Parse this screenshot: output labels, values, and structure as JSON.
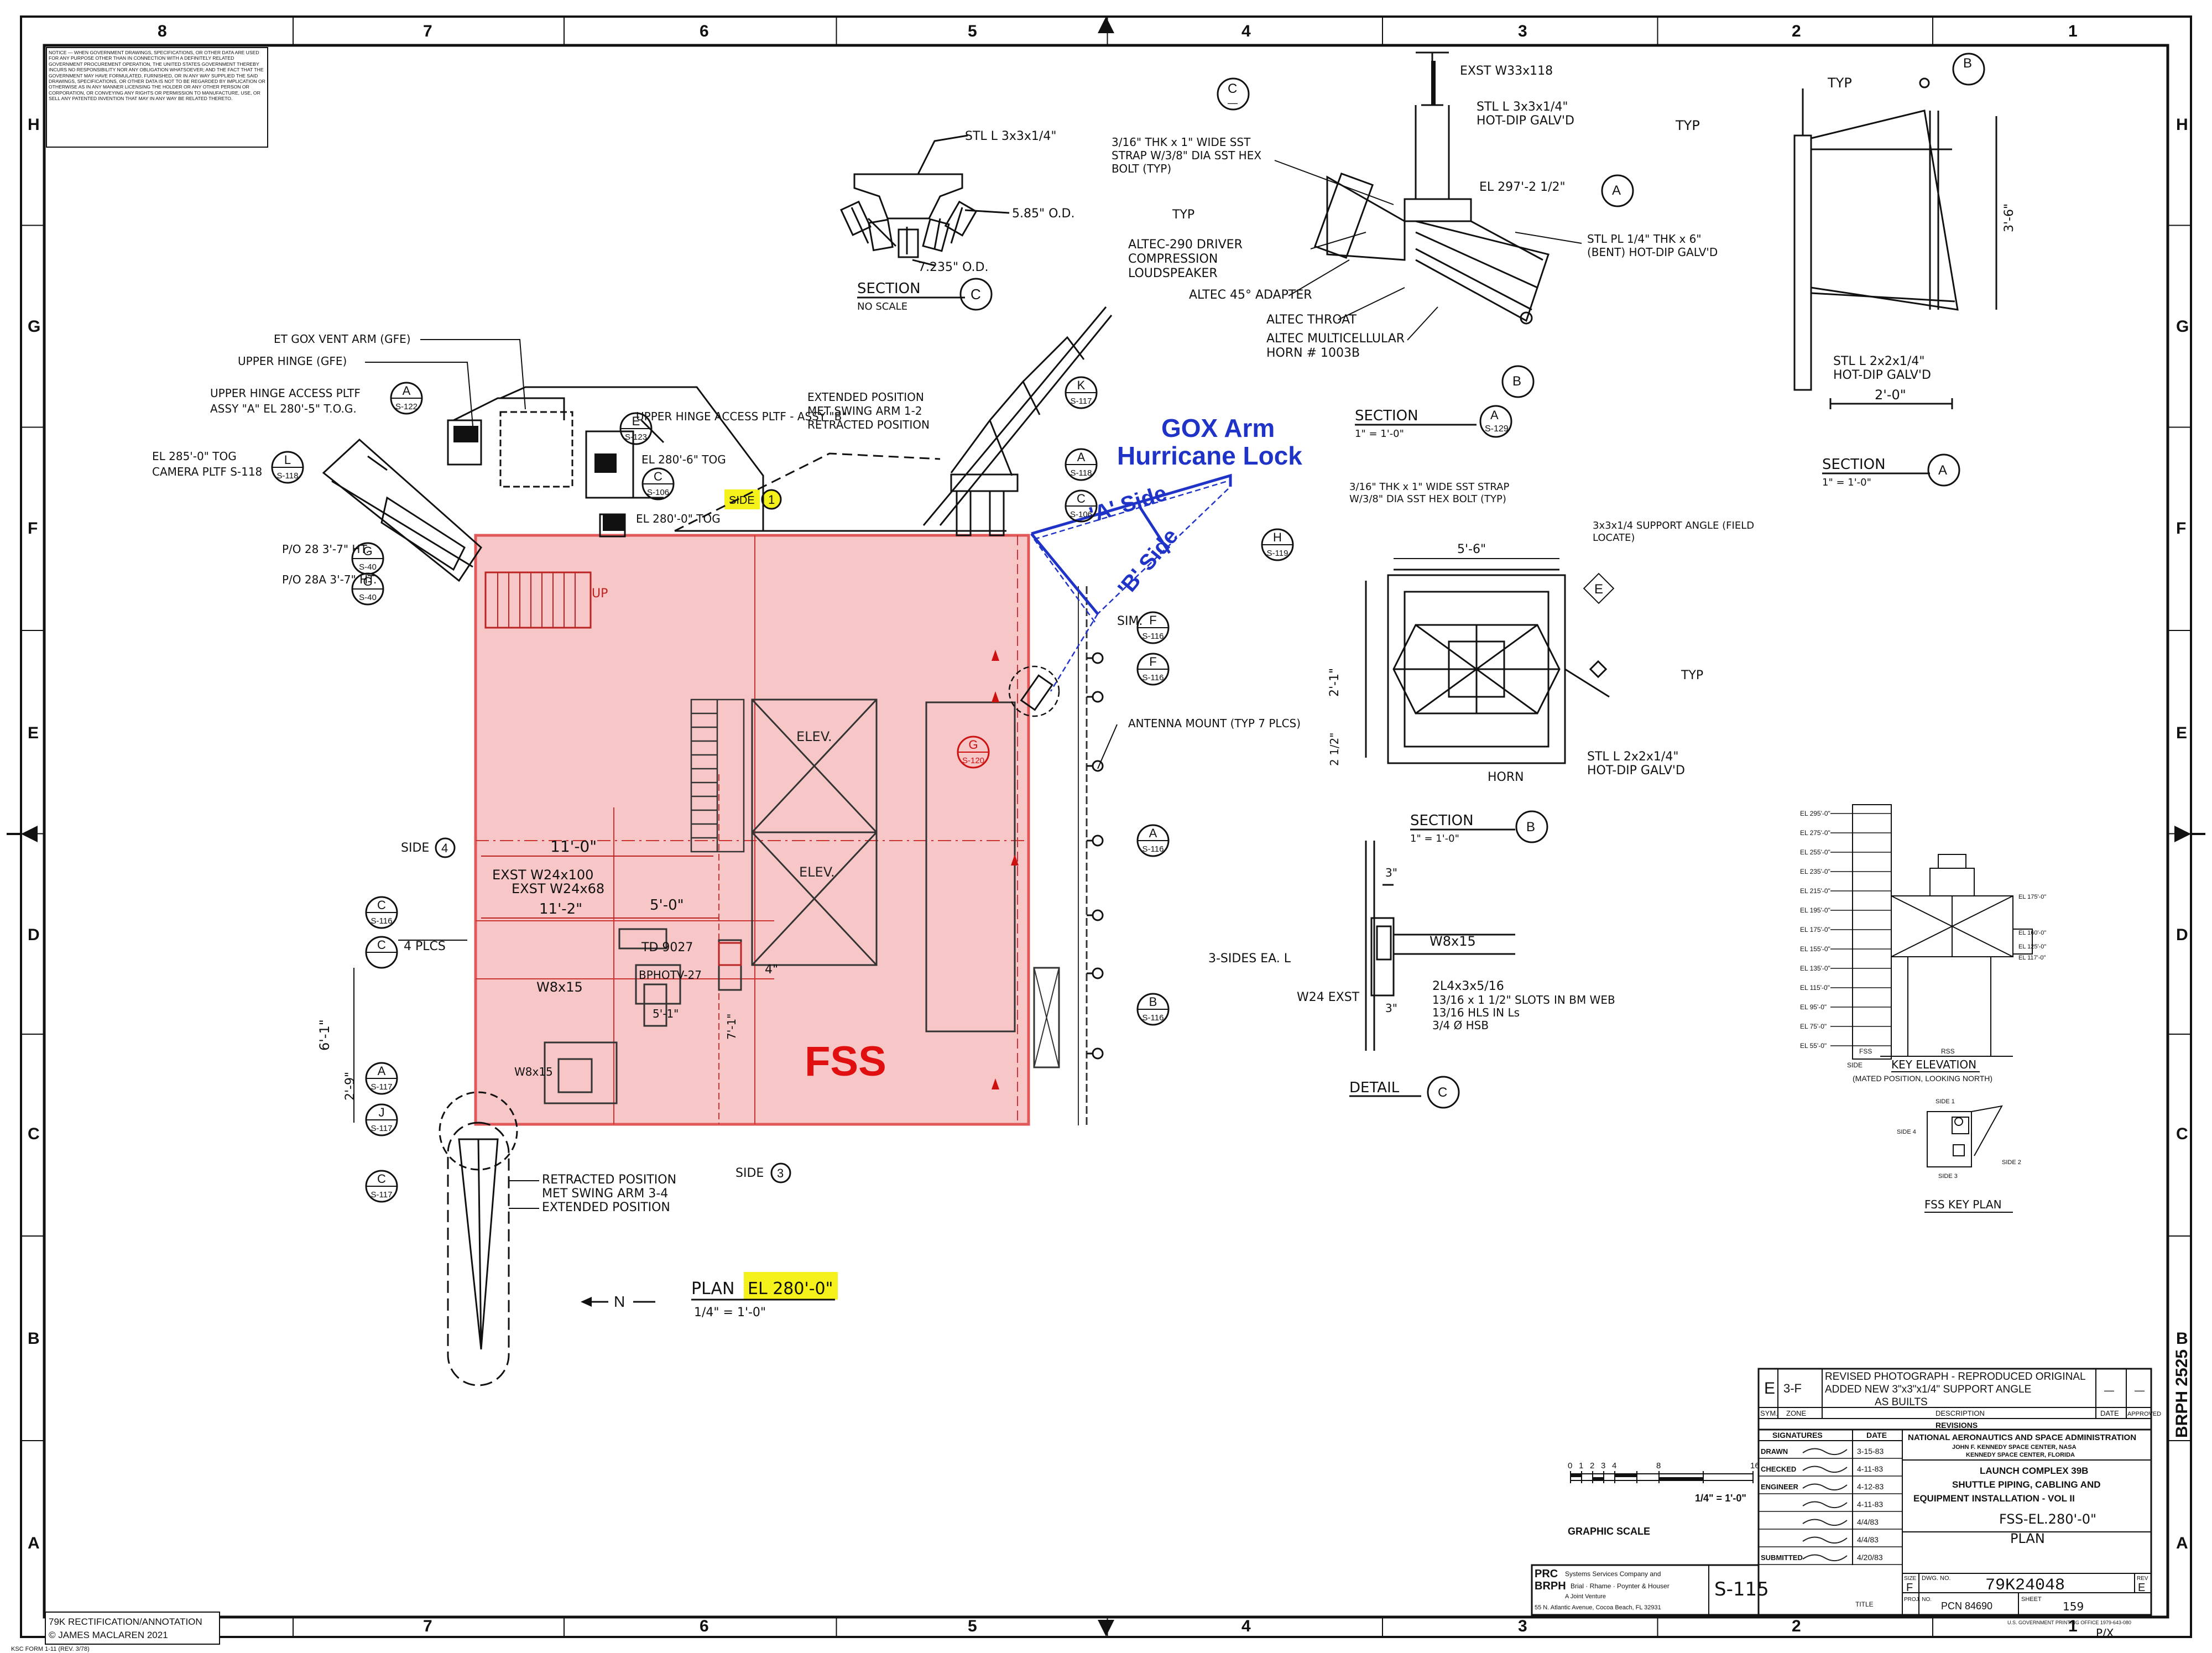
{
  "colors": {
    "fss_fill": "#f7c6c6",
    "fss_outline": "#e05858",
    "annotation_blue": "#1f33c7",
    "highlight_yellow": "#f5f11a",
    "ink": "#111111",
    "fss_label": "#e01010"
  },
  "border": {
    "columns": [
      "8",
      "7",
      "6",
      "5",
      "4",
      "3",
      "2",
      "1"
    ],
    "rows": [
      "H",
      "G",
      "F",
      "E",
      "D",
      "C",
      "B",
      "A"
    ]
  },
  "notice": "NOTICE — WHEN GOVERNMENT DRAWINGS, SPECIFICATIONS, OR OTHER DATA ARE USED FOR ANY PURPOSE OTHER THAN IN CONNECTION WITH A DEFINITELY RELATED GOVERNMENT PROCUREMENT OPERATION, THE UNITED STATES GOVERNMENT THEREBY INCURS NO RESPONSIBILITY NOR ANY OBLIGATION WHATSOEVER; AND THE FACT THAT THE GOVERNMENT MAY HAVE FORMULATED, FURNISHED, OR IN ANY WAY SUPPLIED THE SAID DRAWINGS, SPECIFICATIONS, OR OTHER DATA IS NOT TO BE REGARDED BY IMPLICATION OR OTHERWISE AS IN ANY MANNER LICENSING THE HOLDER OR ANY OTHER PERSON OR CORPORATION, OR CONVEYING ANY RIGHTS OR PERMISSION TO MANUFACTURE, USE, OR SELL ANY PATENTED INVENTION THAT MAY IN ANY WAY BE RELATED THERETO.",
  "annotations": {
    "gox_line1": "GOX Arm",
    "gox_line2": "Hurricane Lock",
    "a_side": "'A' Side",
    "b_side": "'B' Side",
    "fss": "FSS",
    "side1": "SIDE",
    "side1_num": "1",
    "plan_title": "PLAN",
    "plan_elev": "EL 280'-0\"",
    "plan_scale": "1/4\" = 1'-0\"",
    "north": "N"
  },
  "plan": {
    "labels": {
      "et_gox": "ET GOX VENT ARM (GFE)",
      "upper_hinge": "UPPER HINGE (GFE)",
      "upper_hinge_platf": "UPPER HINGE ACCESS PLTF",
      "assy_a": "ASSY \"A\" EL 280'-5\" T.O.G.",
      "upper_hinge_access": "UPPER HINGE ACCESS PLTF - ASSY \"B\"",
      "el_280_6": "EL 280'-6\" TOG",
      "el_280_0": "EL 280'-0\" TOG",
      "el_285": "EL 285'-0\" TOG",
      "camera_pltf": "CAMERA PLTF S-118",
      "pb_28": "P/O 28 3'-7\" HT.",
      "pb_28a": "P/O 28A 3'-7\" HT.",
      "extended": "EXTENDED POSITION",
      "met_swing_12": "MET SWING ARM 1-2",
      "retracted_12": "RETRACTED POSITION",
      "sim": "SIM.",
      "antenna": "ANTENNA MOUNT (TYP 7 PLCS)",
      "elev1": "ELEV.",
      "elev2": "ELEV.",
      "up": "UP",
      "side4": "SIDE",
      "side4_num": "4",
      "side3": "SIDE",
      "side3_num": "3",
      "dim_11_0": "11'-0\"",
      "exst_w24_100": "EXST W24x100",
      "exst_w24_68": "EXST W24x68",
      "dim_11_2": "11'-2\"",
      "dim_5_0": "5'-0\"",
      "td9027": "TD 9027",
      "bphotv": "BPHOTV-27",
      "w8x15": "W8x15",
      "w8x15b": "W8x15",
      "dim_5_1": "5'-1\"",
      "dim_4": "4\"",
      "dim_6_1": "6'-1\"",
      "dim_2_9": "2'-9\"",
      "dim_7_1": "7'-1\"",
      "four_plcs": "4 PLCS",
      "retracted_34": "RETRACTED POSITION",
      "met_swing_34": "MET SWING ARM 3-4",
      "extended_34": "EXTENDED POSITION"
    },
    "bubbles": [
      {
        "top": "A",
        "bot": "S-122"
      },
      {
        "top": "L",
        "bot": "S-118"
      },
      {
        "top": "E",
        "bot": "S-123"
      },
      {
        "top": "G",
        "bot": "S-40"
      },
      {
        "top": "G",
        "bot": "S-40"
      },
      {
        "top": "C",
        "bot": "S-106"
      },
      {
        "top": "K",
        "bot": "S-117"
      },
      {
        "top": "A",
        "bot": "S-118"
      },
      {
        "top": "C",
        "bot": "S-106"
      },
      {
        "top": "H",
        "bot": "S-119"
      },
      {
        "top": "F",
        "bot": "S-116"
      },
      {
        "top": "F",
        "bot": "S-116"
      },
      {
        "top": "G",
        "bot": "S-120"
      },
      {
        "top": "A",
        "bot": "S-116"
      },
      {
        "top": "B",
        "bot": "S-116"
      },
      {
        "top": "C",
        "bot": "S-116"
      },
      {
        "top": "C",
        "bot": ""
      },
      {
        "top": "A",
        "bot": "S-117"
      },
      {
        "top": "J",
        "bot": "S-117"
      },
      {
        "top": "C",
        "bot": "S-117"
      }
    ]
  },
  "section_c": {
    "title": "SECTION",
    "letter": "C",
    "scale": "NO SCALE",
    "stl": "STL L 3x3x1/4\"",
    "od1": "5.85\" O.D.",
    "od2": "7.235\" O.D.",
    "bubble_top": "C",
    "bubble_bot": "—"
  },
  "section_b_top": {
    "title": "SECTION",
    "letter": "A",
    "bubble_bot": "S-129",
    "scale": "1\" = 1'-0\"",
    "exst": "EXST W33x118",
    "stl": "STL L 3x3x1/4\"",
    "hot": "HOT-DIP GALV'D",
    "strap": "3/16\" THK x 1\" WIDE SST STRAP W/3/8\" DIA SST HEX BOLT (TYP)",
    "el": "EL 297'-2 1/2\"",
    "typ": "TYP",
    "altec290": "ALTEC-290 DRIVER COMPRESSION LOUDSPEAKER",
    "altec45": "ALTEC 45° ADAPTER",
    "throat": "ALTEC THROAT",
    "horn": "ALTEC MULTICELLULAR HORN # 1003B",
    "stlpl": "STL PL 1/4\" THK x 6\" (BENT) HOT-DIP GALV'D",
    "bubble_a": "A",
    "bubble_b": "B"
  },
  "section_a": {
    "title": "SECTION",
    "letter": "A",
    "scale": "1\" = 1'-0\"",
    "typ1": "TYP",
    "typ2": "TYP",
    "stl": "STL L 2x2x1/4\"",
    "hot": "HOT-DIP GALV'D",
    "dim": "2'-0\"",
    "dim_v": "3'-6\"",
    "bubble": "B"
  },
  "section_b": {
    "title": "SECTION",
    "letter": "B",
    "scale": "1\" = 1'-0\"",
    "strap": "3/16\" THK x 1\" WIDE SST STRAP W/3/8\" DIA SST HEX BOLT (TYP)",
    "support": "3x3x1/4 SUPPORT ANGLE (FIELD LOCATE)",
    "dim": "5'-6\"",
    "dim_v": "2'-1\"",
    "dim_2": "2 1/2\"",
    "typ": "TYP",
    "horn": "HORN",
    "stl": "STL L 2x2x1/4\"",
    "hot": "HOT-DIP GALV'D",
    "e": "E"
  },
  "detail_c": {
    "title": "DETAIL",
    "letter": "C",
    "w8": "W8x15",
    "three_sides": "3-SIDES EA. L",
    "w24": "W24 EXST",
    "l4": "2L4x3x5/16",
    "slots": "13/16 x 1 1/2\" SLOTS",
    "in_bm": "IN BM WEB",
    "hls": "13/16 HLS IN Ls",
    "hsb": "3/4 Ø HSB",
    "dim1": "3\"",
    "dim2": "3\""
  },
  "key_elevation": {
    "title": "KEY ELEVATION",
    "subtitle": "(MATED POSITION, LOOKING NORTH)",
    "levels": [
      "EL 295'-0\"",
      "EL 275'-0\"",
      "EL 255'-0\"",
      "EL 235'-0\"",
      "EL 215'-0\"",
      "EL 195'-0\"",
      "EL 175'-0\"",
      "EL 155'-0\"",
      "EL 135'-0\"",
      "EL 115'-0\"",
      "EL 95'-0\"",
      "EL 75'-0\"",
      "EL 55'-0\""
    ],
    "right": [
      "EL 175'-0\"",
      "EL 160'-0\"",
      "EL 125'-0\"",
      "EL 117'-0\""
    ],
    "fss": "FSS",
    "rss": "RSS",
    "side": "SIDE"
  },
  "key_plan": {
    "title": "FSS KEY PLAN",
    "side_top": "SIDE 1",
    "side_left": "SIDE 4",
    "side_right": "SIDE 2",
    "side_bot": "SIDE 3"
  },
  "graphic_scale": {
    "label": "GRAPHIC SCALE",
    "ticks": [
      "0",
      "1",
      "2",
      "3",
      "4",
      "",
      "8",
      "",
      "16"
    ],
    "scale": "1/4\" = 1'-0\""
  },
  "revisions": {
    "rev_letter": "E",
    "zone": "3-F",
    "desc1": "REVISED PHOTOGRAPH - REPRODUCED ORIGINAL",
    "desc2": "ADDED NEW 3\"x3\"x1/4\" SUPPORT ANGLE",
    "desc3": "AS BUILTS",
    "date": "—",
    "approved": "—",
    "h_sym": "SYM.",
    "h_zone": "ZONE",
    "h_desc": "DESCRIPTION",
    "h_date": "DATE",
    "h_app": "APPROVED",
    "title": "REVISIONS"
  },
  "title_block": {
    "signatures": "SIGNATURES",
    "date_col": "DATE",
    "rows": [
      {
        "role": "DRAWN",
        "date": "3-15-83"
      },
      {
        "role": "CHECKED",
        "date": "4-11-83"
      },
      {
        "role": "ENGINEER",
        "date": "4-12-83"
      },
      {
        "role": "",
        "date": "4-11-83"
      },
      {
        "role": "",
        "date": "4/4/83"
      },
      {
        "role": "",
        "date": "4/4/83"
      },
      {
        "role": "SUBMITTED",
        "date": "4/20/83"
      }
    ],
    "agency": "NATIONAL AERONAUTICS AND SPACE ADMINISTRATION",
    "center": "JOHN F. KENNEDY SPACE CENTER, NASA",
    "location": "KENNEDY SPACE CENTER, FLORIDA",
    "project1": "LAUNCH COMPLEX 39B",
    "project2": "SHUTTLE PIPING, CABLING AND",
    "project3": "EQUIPMENT INSTALLATION - VOL II",
    "sheet_title1": "FSS-EL.280'-0\"",
    "sheet_title2": "PLAN",
    "size_label": "SIZE",
    "size": "F",
    "dwg_label": "DWG. NO.",
    "dwg_no": "79K24048",
    "rev_label": "REV",
    "rev": "E",
    "proj_label": "PROJ. NO.",
    "proj_no": "PCN 84690",
    "sheet_label": "SHEET",
    "sheet_no": "159",
    "title_label": "TITLE",
    "sheet_code": "S-115",
    "firm1": "PRC",
    "firm1b": "Systems Services Company and",
    "firm2": "BRPH",
    "firm2b": "Brial · Rhame · Poynter & Houser",
    "firm3": "A Joint Venture",
    "firm4": "55 N. Atlantic Avenue, Cocoa Beach, FL 32931",
    "brph_side": "BRPH 2525",
    "gpo": "U.S. GOVERNMENT PRINTING OFFICE 1979-643-080",
    "misc": "P/X"
  },
  "credit": {
    "line1": "79K RECTIFICATION/ANNOTATION",
    "line2": "© JAMES MACLAREN 2021"
  },
  "form_no": "KSC FORM 1-11 (REV. 3/78)"
}
